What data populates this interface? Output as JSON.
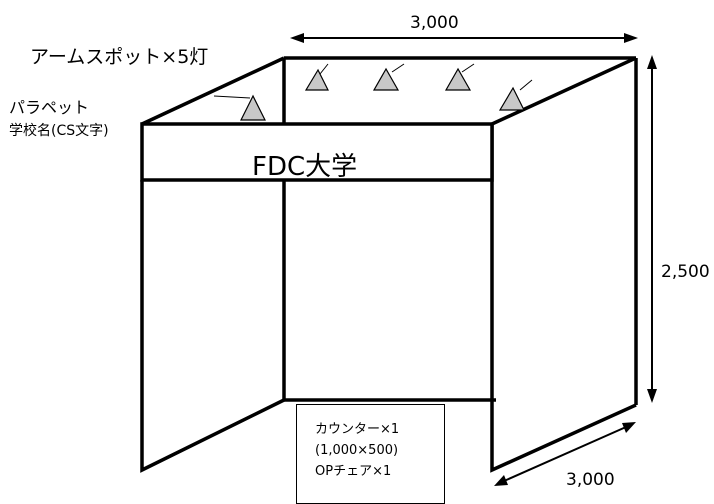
{
  "labels": {
    "arm_spot": "アームスポット×5灯",
    "parapet": "パラペット",
    "school_name_note": "学校名(CS文字)",
    "fascia_text": "FDC大学",
    "counter": {
      "line1": "カウンター×1",
      "line2": "(1,000×500)",
      "line3": "OPチェア×1"
    }
  },
  "dimensions": {
    "width": "3,000",
    "height": "2,500",
    "depth": "3,000"
  },
  "colors": {
    "line": "#000000",
    "lamp_fill": "#c8c8c8",
    "background": "#ffffff"
  }
}
